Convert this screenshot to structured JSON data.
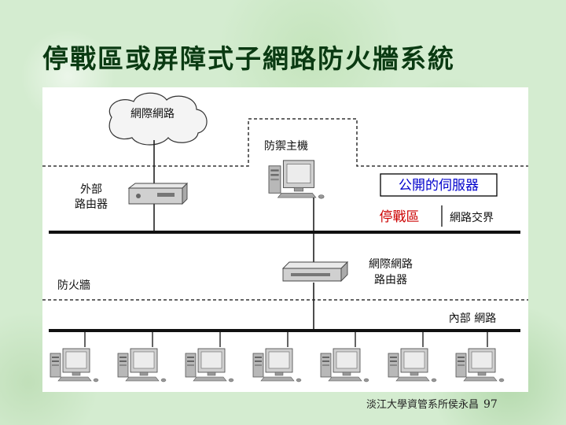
{
  "slide": {
    "title": "停戰區或屏障式子網路防火牆系統",
    "footer_text": "淡江大學資管系所侯永昌",
    "page_number": "97"
  },
  "diagram": {
    "internet_label": "網際網路",
    "bastion_label": "防禦主機",
    "external_router_label": [
      "外部",
      "路由器"
    ],
    "public_server_label": "公開的伺服器",
    "dmz_label": "停戰區",
    "network_boundary_label": "網路交界",
    "internet_router_label": [
      "網際網路",
      "路由器"
    ],
    "firewall_label": "防火牆",
    "internal_network_label": "內部 網路",
    "colors": {
      "callout_blue": "#0000cc",
      "callout_red": "#cc0000"
    }
  }
}
